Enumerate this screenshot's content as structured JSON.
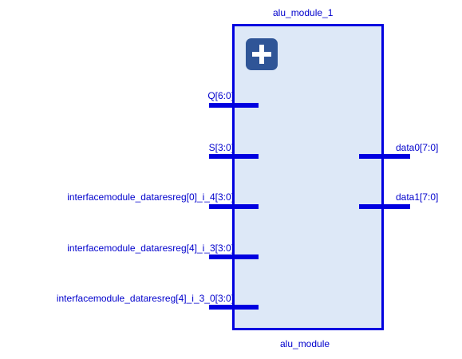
{
  "instance_name": "alu_module_1",
  "module_name": "alu_module",
  "expand_icon": "plus-icon",
  "input_ports": [
    "Q[6:0]",
    "S[3:0]",
    "interfacemodule_dataresreg[0]_i_4[3:0]",
    "interfacemodule_dataresreg[4]_i_3[3:0]",
    "interfacemodule_dataresreg[4]_i_3_0[3:0]"
  ],
  "output_ports": [
    "data0[7:0]",
    "data1[7:0]"
  ],
  "colors": {
    "wire": "#0000e0",
    "text": "#0000cc",
    "block_fill": "#dde8f7",
    "button_fill": "#2f5597"
  }
}
